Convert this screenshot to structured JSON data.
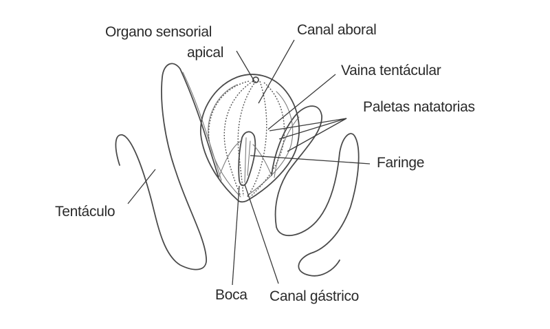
{
  "labels": {
    "organo_line1": "Organo sensorial",
    "organo_line2": "apical",
    "canal_aboral": "Canal aboral",
    "vaina_tentacular": "Vaina tentácular",
    "paletas_natatorias": "Paletas natatorias",
    "faringe": "Faringe",
    "tentaculo": "Tentáculo",
    "boca": "Boca",
    "canal_gastrico": "Canal gástrico"
  }
}
